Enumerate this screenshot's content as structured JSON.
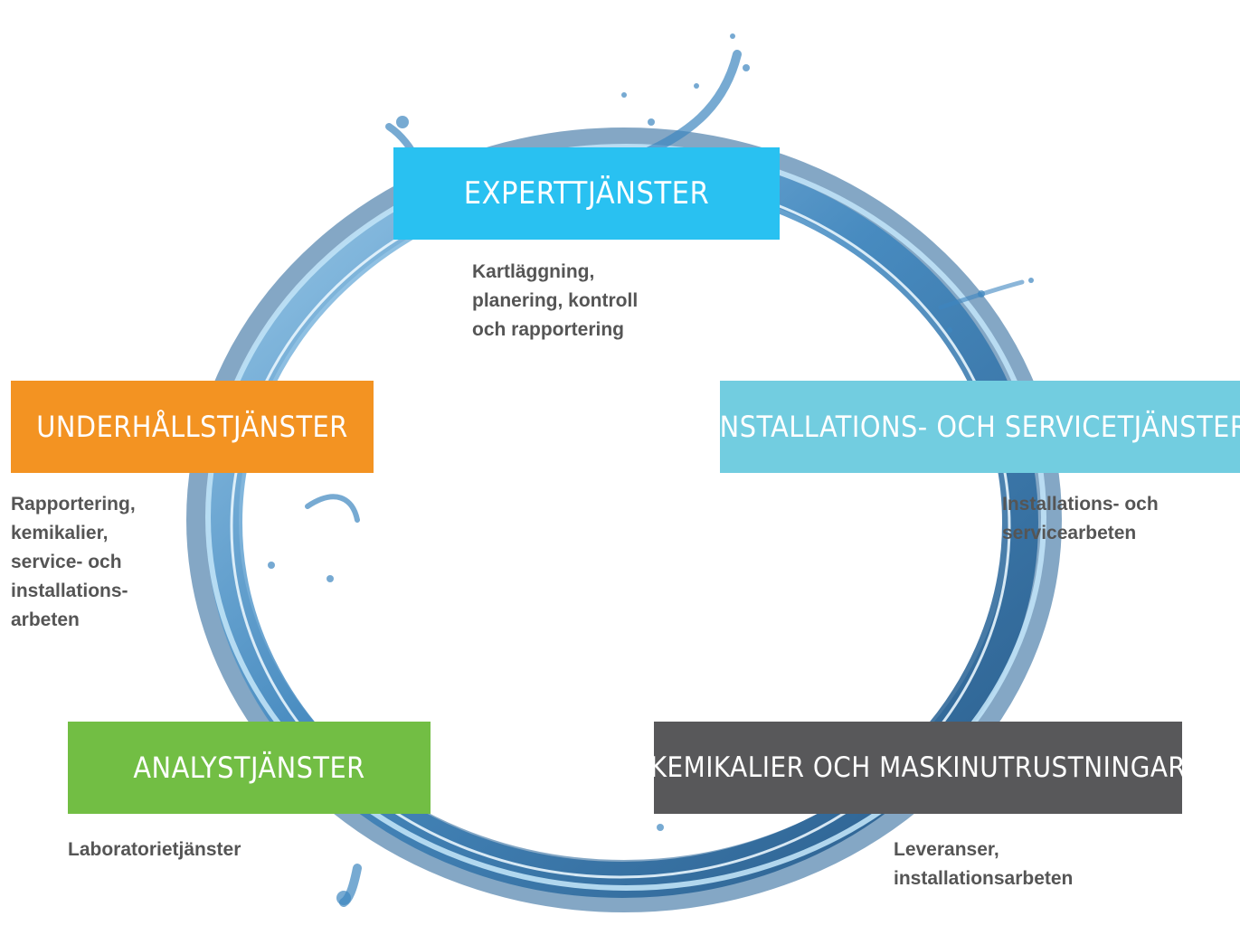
{
  "colors": {
    "expert": "#29C1F1",
    "underhall": "#F39322",
    "install": "#72CDE0",
    "analys": "#72BE44",
    "kemikalier": "#58585A",
    "description_text": "#555555",
    "water_dark": "#1F5F95",
    "water_mid": "#4A8FC4",
    "water_light": "#A9D3F0"
  },
  "services": {
    "expert": {
      "title": "Experttjänster",
      "lines": [
        "Kartläggning,",
        "planering, kontroll",
        "och rapportering"
      ]
    },
    "underhall": {
      "title": "Underhållstjänster",
      "lines": [
        "Rapportering,",
        "kemikalier,",
        "service- och",
        "installations-",
        "arbeten"
      ]
    },
    "install": {
      "title": "Installations- och servicetjänster",
      "lines": [
        "Installations- och",
        "servicearbeten"
      ]
    },
    "analys": {
      "title": "Analystjänster",
      "lines": [
        "Laboratorietjänster"
      ]
    },
    "kemikalier": {
      "title": "Kemikalier och maskinutrustningar",
      "lines": [
        "Leveranser,",
        "installationsarbeten"
      ]
    }
  }
}
